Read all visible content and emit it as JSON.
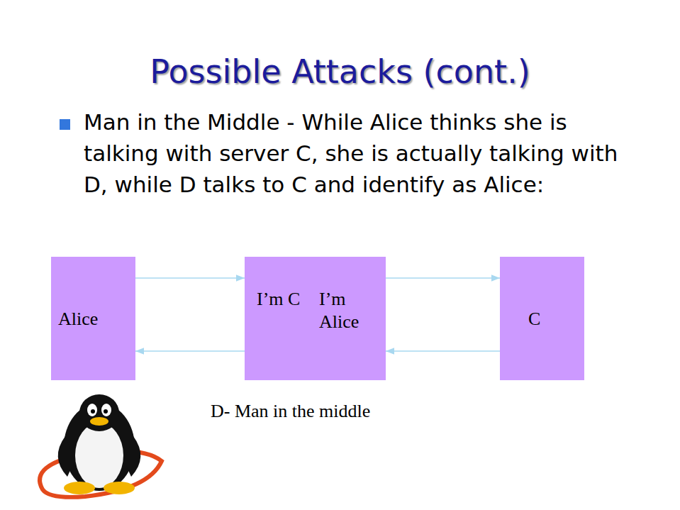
{
  "diagram": {
    "title": "Possible Attacks (cont.)",
    "nodes": [
      {
        "text": [
          "Alice"
        ]
      },
      {
        "text": [
          "I’m C"
        ]
      },
      {
        "text": [
          "I’m Alice"
        ]
      },
      {
        "text": [
          "C"
        ]
      }
    ],
    "edges": [
      {
        "from": 0,
        "to": 1,
        "arrow": "to"
      },
      {
        "from": 1,
        "to": 0,
        "arrow": "to"
      },
      {
        "from": 2,
        "to": 3,
        "arrow": "to"
      },
      {
        "from": 3,
        "to": 2,
        "arrow": "to"
      }
    ],
    "labels": [
      "Man in the Middle - While Alice thinks she is talking with server C, she is actually talking with D, while D talks to C and identify as Alice:",
      "D- Man in the middle"
    ]
  }
}
